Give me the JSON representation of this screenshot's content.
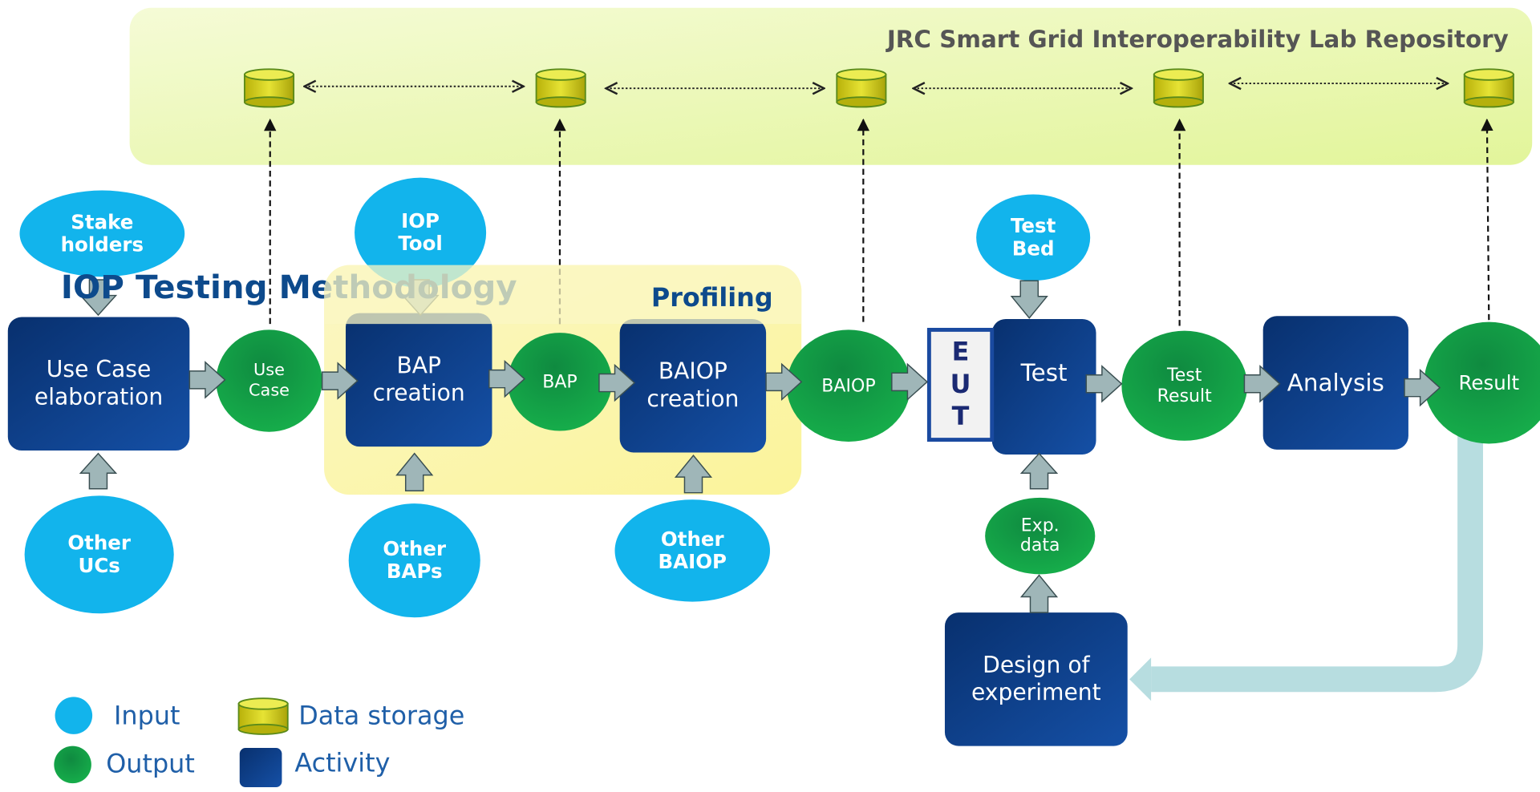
{
  "colors": {
    "input": "#12b4ec",
    "output": "#0e9a46",
    "activity": "#0a3c86",
    "storage": "#c9cc1a",
    "arrow": "#9fb6b8",
    "repository_bg": "#eaf7a8",
    "profiling_bg": "#fbf8b2",
    "return_arrow": "#b7dde0",
    "title": "#0d4a8c",
    "legend_text": "#1f5fa8"
  },
  "repository": {
    "title": "JRC Smart Grid Interoperability Lab Repository"
  },
  "overlay_title": "IOP Testing Methodology",
  "profiling": {
    "label": "Profiling"
  },
  "activities": {
    "use_case": "Use Case\nelaboration",
    "bap": "BAP\ncreation",
    "baiop": "BAIOP\ncreation",
    "test": "Test",
    "analysis": "Analysis",
    "design": "Design of\nexperiment"
  },
  "outputs": {
    "use_case": "Use\nCase",
    "bap": "BAP",
    "baiop": "BAIOP",
    "test_result": "Test\nResult",
    "result": "Result",
    "exp_data": "Exp.\ndata"
  },
  "inputs": {
    "stakeholders": "Stake\nholders",
    "other_ucs": "Other\nUCs",
    "iop_tool": "IOP\nTool",
    "other_baps": "Other\nBAPs",
    "other_baiop": "Other\nBAIOP",
    "test_bed": "Test\nBed"
  },
  "eut": {
    "letters": [
      "E",
      "U",
      "T"
    ]
  },
  "legend": {
    "input": "Input",
    "output": "Output",
    "storage": "Data storage",
    "activity": "Activity"
  }
}
